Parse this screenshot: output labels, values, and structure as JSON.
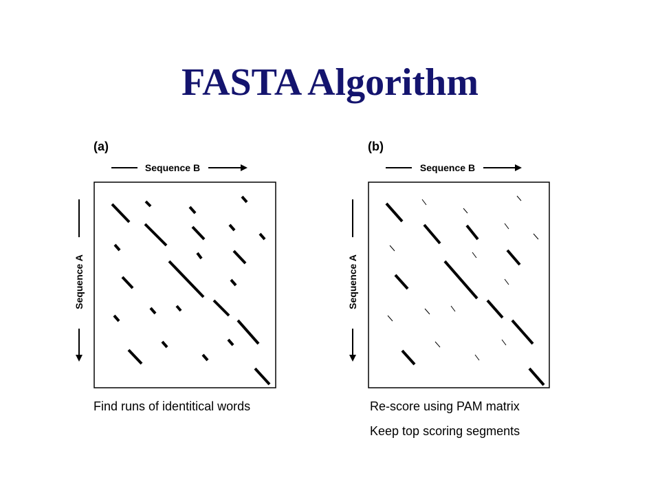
{
  "slide": {
    "title": "FASTA Algorithm"
  },
  "panels": [
    {
      "label": "(a)",
      "x_axis_label": "Sequence B",
      "y_axis_label": "Sequence A",
      "captions": [
        "Find runs of identitical words"
      ]
    },
    {
      "label": "(b)",
      "x_axis_label": "Sequence B",
      "y_axis_label": "Sequence A",
      "captions": [
        "Re-score using PAM matrix",
        "Keep top scoring segments"
      ]
    }
  ],
  "colors": {
    "title": "#14146e",
    "ink": "#000000"
  }
}
